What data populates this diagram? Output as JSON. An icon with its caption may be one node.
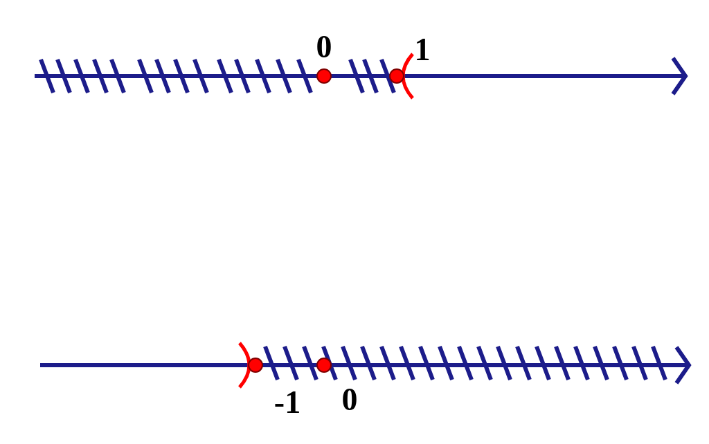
{
  "diagram": {
    "labels": [
      "0",
      "1",
      "-1",
      "0"
    ]
  }
}
